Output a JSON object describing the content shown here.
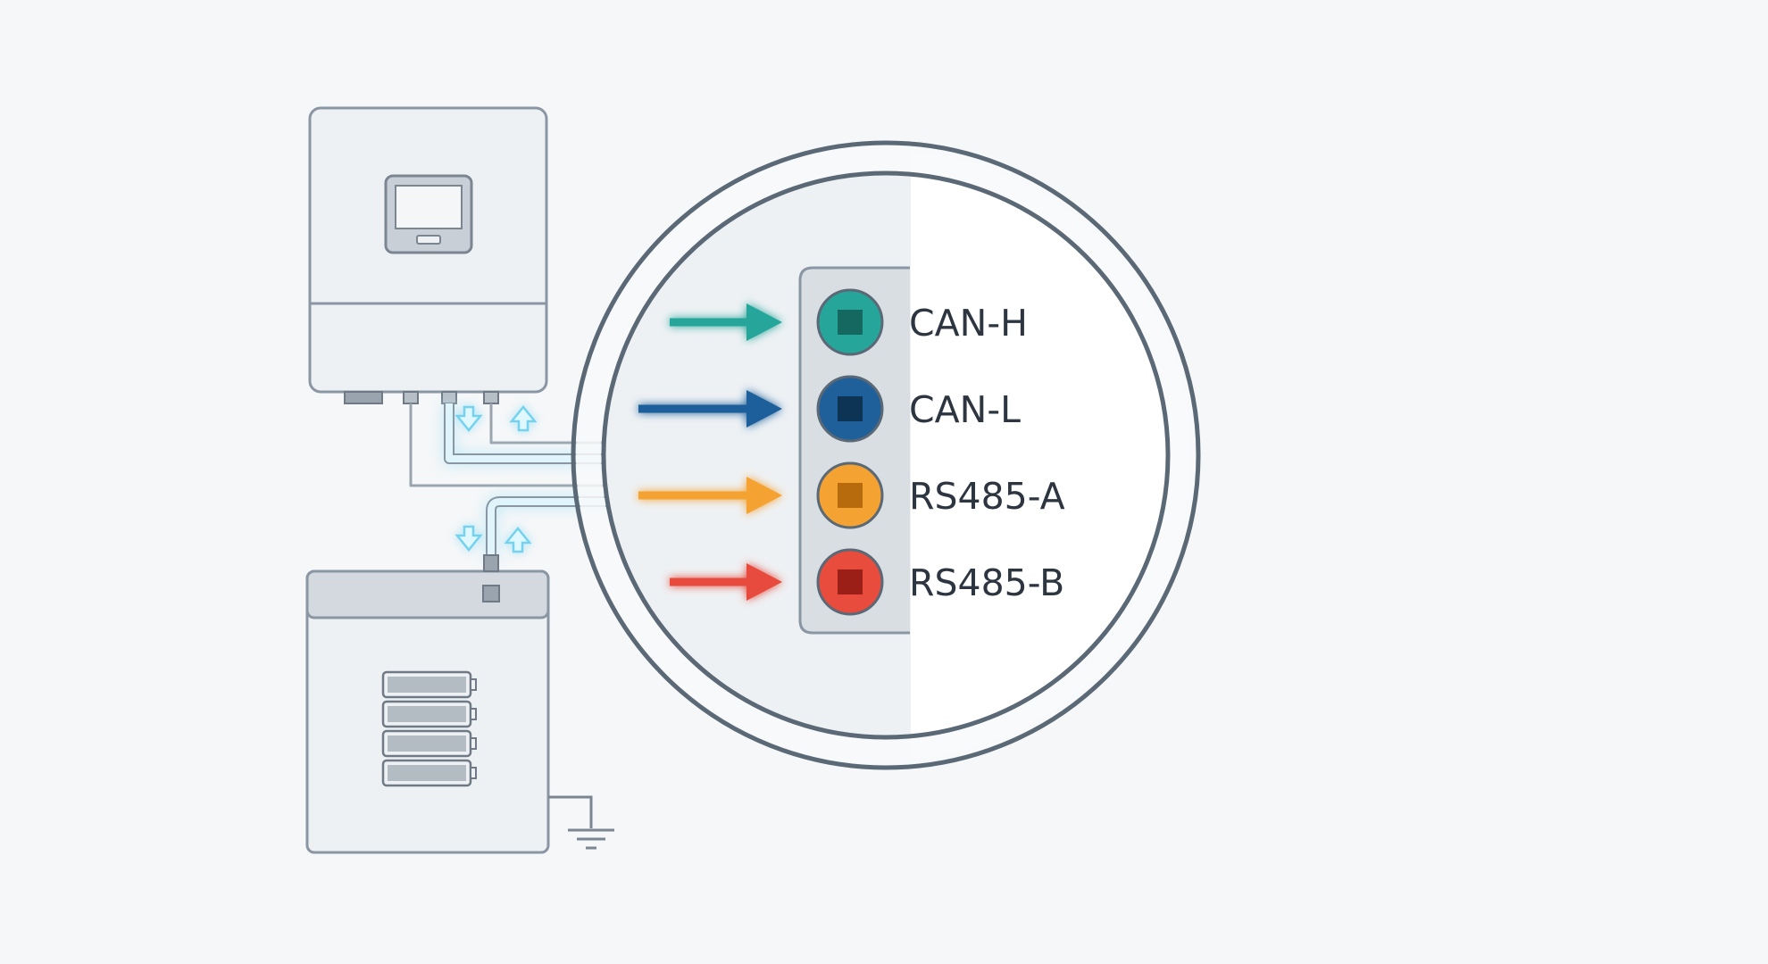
{
  "diagram": {
    "inverter": {
      "icon": "inverter-icon"
    },
    "battery": {
      "icon": "battery-pack-icon",
      "cell_count": 4
    },
    "ground": {
      "icon": "ground-symbol-icon"
    },
    "zoom_connector": {
      "pins": [
        {
          "label": "CAN-H",
          "color": "#26a69a",
          "core": "#15685f"
        },
        {
          "label": "CAN-L",
          "color": "#1f5f9a",
          "core": "#0d3355"
        },
        {
          "label": "RS485-A",
          "color": "#f4a232",
          "core": "#b86b0c"
        },
        {
          "label": "RS485-B",
          "color": "#e74c3c",
          "core": "#9c1f17"
        }
      ]
    },
    "colors": {
      "outline": "#8a96a3",
      "glow": "#7fd8f0",
      "lens_ring": "#5b6876"
    }
  }
}
